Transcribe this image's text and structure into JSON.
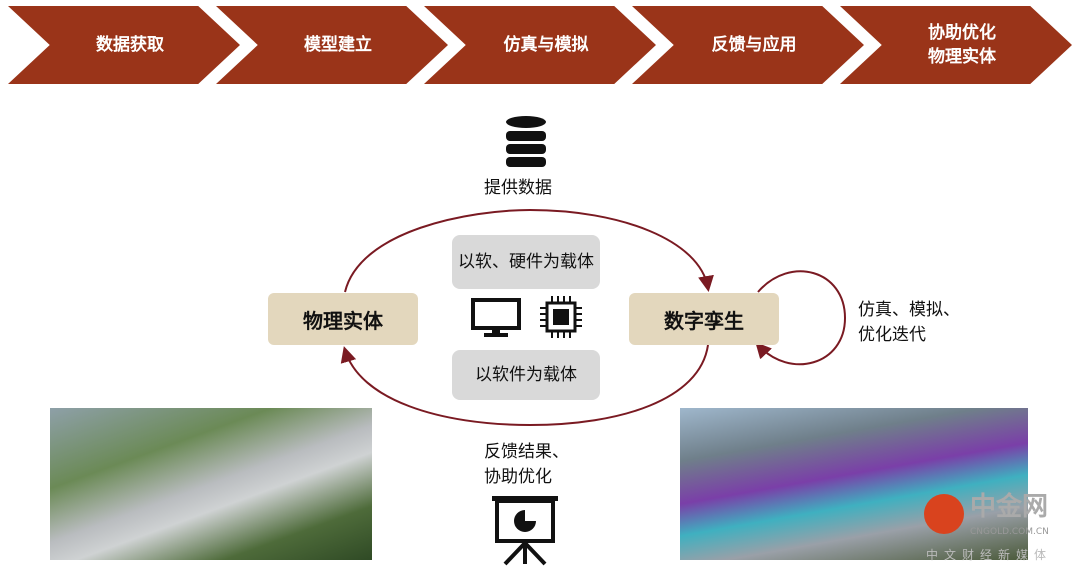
{
  "steps": [
    "数据获取",
    "模型建立",
    "仿真与模拟",
    "反馈与应用",
    "协助优化\n物理实体"
  ],
  "top_label": "提供数据",
  "left_box": "物理实体",
  "right_box": "数字孪生",
  "center_top": "以软、硬件为载体",
  "center_bottom": "以软件为载体",
  "right_loop_label": "仿真、模拟、\n优化迭代",
  "bottom_label": "反馈结果、\n协助优化",
  "watermark": {
    "brand": "中金网",
    "domain": "CNGOLD.COM.CN",
    "tagline": "中文财经新媒体"
  },
  "colors": {
    "accent": "#9a3419",
    "loop": "#7a1a22",
    "tan": "#e3d7bd",
    "gray": "#d9d9d9"
  }
}
